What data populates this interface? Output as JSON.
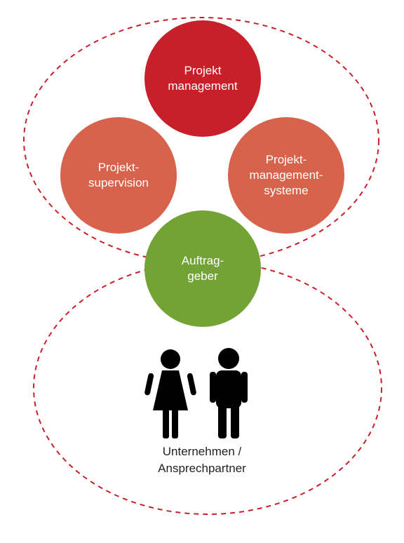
{
  "diagram": {
    "colors": {
      "dark_red": "#c8202a",
      "salmon": "#d8634d",
      "green": "#73a335",
      "dashed_outline": "#c8202a",
      "person_icon": "#000000",
      "label_text": "#ffffff"
    },
    "nodes": {
      "projektmanagement": {
        "label": "Projekt\nmanagement"
      },
      "projektsupervision": {
        "label": "Projekt-\nsupervision"
      },
      "projektmanagementsysteme": {
        "label": "Projekt-\nmanagement-\nsysteme"
      },
      "auftraggeber": {
        "label": "Auftrag-\ngeber"
      }
    },
    "people_icons": [
      "woman-icon",
      "man-icon"
    ],
    "caption": "Unternehmen /\nAnsprechpartner"
  }
}
